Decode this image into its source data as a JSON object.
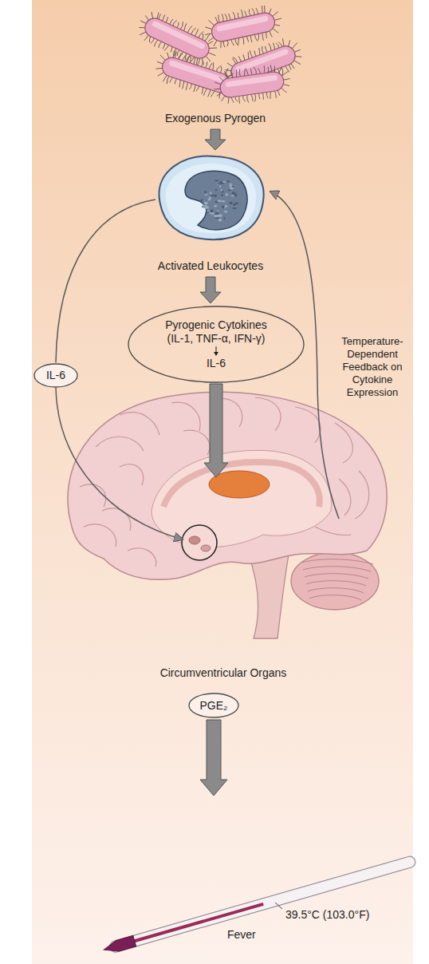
{
  "diagram": {
    "nodes": [
      {
        "text": [
          "Exogenous Pyrogen"
        ]
      },
      {
        "text": [
          "Activated Leukocytes"
        ]
      },
      {
        "text": [
          "Pyrogenic Cytokines (IL-1, TNF-α, IFN-γ)",
          "IL-6"
        ]
      },
      {
        "text": [
          "Circumventricular Organs"
        ]
      },
      {
        "text": [
          "PGE₂"
        ]
      },
      {
        "text": [
          "Fever"
        ]
      },
      {
        "text": [
          "IL-6"
        ]
      }
    ],
    "edges": [
      {
        "from": 0,
        "to": 1,
        "arrow": "to"
      },
      {
        "from": 1,
        "to": 2,
        "arrow": "to"
      },
      {
        "from": 2,
        "to": 3,
        "arrow": "to"
      },
      {
        "from": 1,
        "to": 6,
        "arrow": "none"
      },
      {
        "from": 6,
        "to": 3,
        "arrow": "to"
      },
      {
        "from": 3,
        "to": 1,
        "label": "Temperature-Dependent Feedback on Cytokine Expression",
        "arrow": "to"
      },
      {
        "from": 4,
        "to": 5,
        "arrow": "to"
      }
    ],
    "labels": [
      "39.5°C (103.0°F)"
    ]
  }
}
